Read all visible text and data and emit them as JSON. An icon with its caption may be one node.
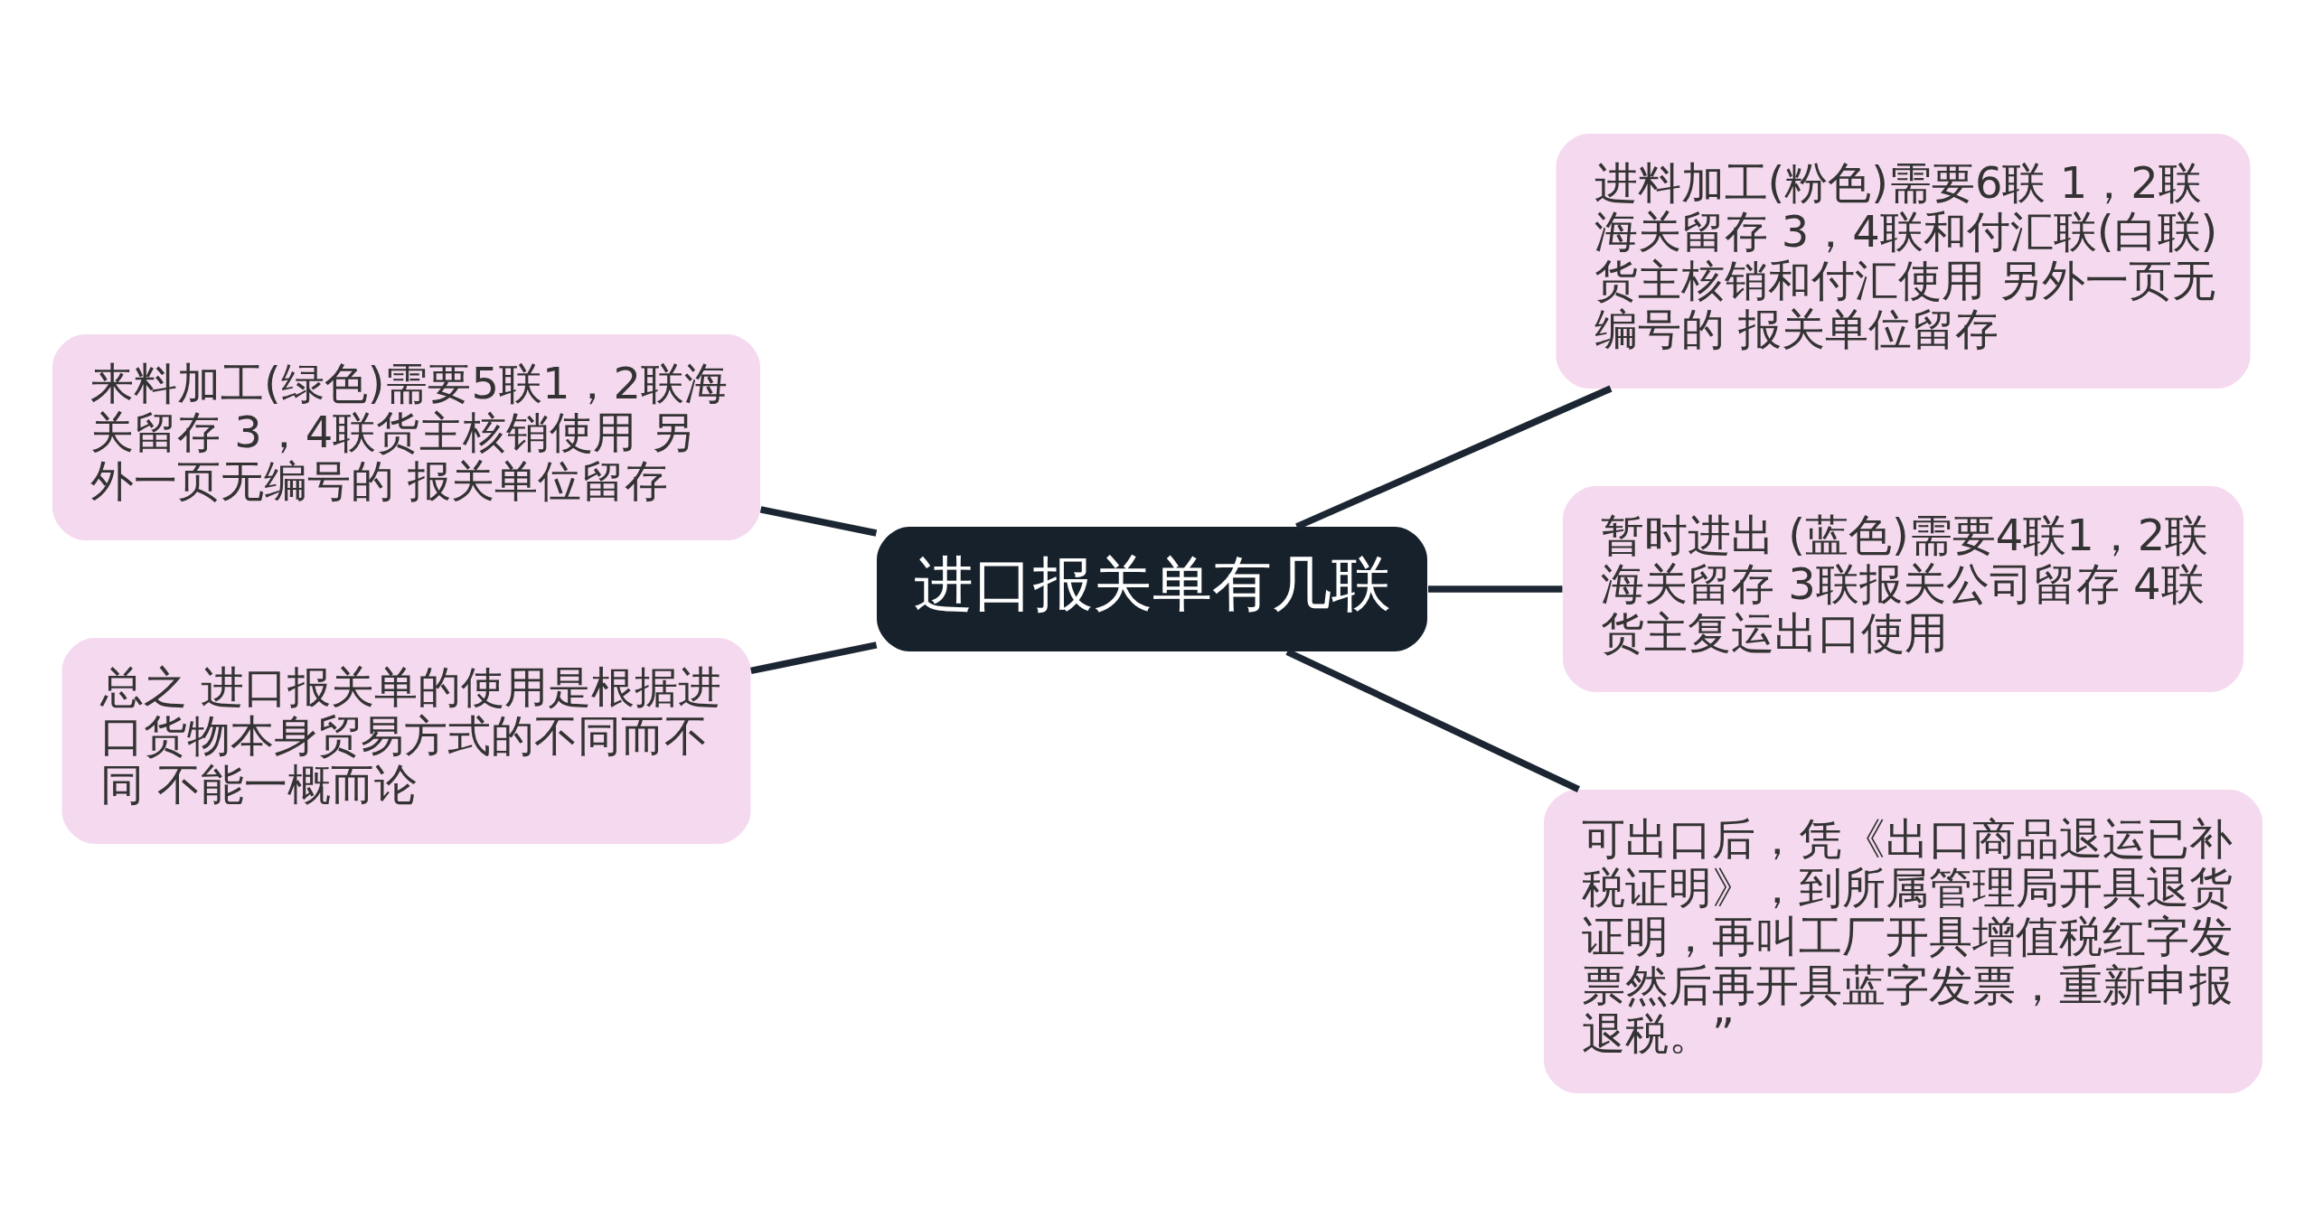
{
  "diagram": {
    "nodes": [
      {
        "text": [
          "进口报关单有几联"
        ]
      },
      {
        "text": [
          "来料加工(绿色)需要5联1，2联海关留存 3，4联货主核销使用 另外一页无编号的 报关单位留存"
        ]
      },
      {
        "text": [
          "总之 进口报关单的使用是根据进口货物本身贸易方式的不同而不同 不能一概而论"
        ]
      },
      {
        "text": [
          "进料加工(粉色)需要6联 1，2联海关留存 3，4联和付汇联(白联)货主核销和付汇使用 另外一页无编号的 报关单位留存"
        ]
      },
      {
        "text": [
          "暂时进出 (蓝色)需要4联1，2联海关留存 3联报关公司留存 4联货主复运出口使用"
        ]
      },
      {
        "text": [
          "可出口后，凭《出口商品退运已补税证明》，到所属管理局开具退货证明，再叫工厂开具增值税红字发票然后再开具蓝字发票，重新申报退税。”"
        ]
      }
    ],
    "edges": [
      {
        "from": 0,
        "to": 1,
        "arrow": "none"
      },
      {
        "from": 0,
        "to": 2,
        "arrow": "none"
      },
      {
        "from": 0,
        "to": 3,
        "arrow": "none"
      },
      {
        "from": 0,
        "to": 4,
        "arrow": "none"
      },
      {
        "from": 0,
        "to": 5,
        "arrow": "none"
      }
    ]
  }
}
